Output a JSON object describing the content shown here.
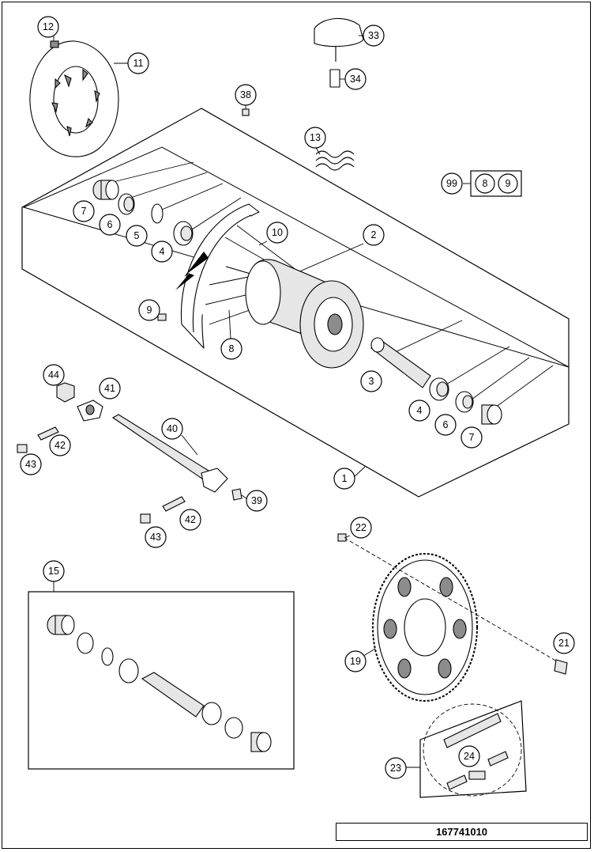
{
  "drawing_number": "167741010",
  "callouts": [
    {
      "id": "c1",
      "label": "1"
    },
    {
      "id": "c2",
      "label": "2"
    },
    {
      "id": "c3",
      "label": "3"
    },
    {
      "id": "c4a",
      "label": "4"
    },
    {
      "id": "c4b",
      "label": "4"
    },
    {
      "id": "c5",
      "label": "5"
    },
    {
      "id": "c6a",
      "label": "6"
    },
    {
      "id": "c6b",
      "label": "6"
    },
    {
      "id": "c7a",
      "label": "7"
    },
    {
      "id": "c7b",
      "label": "7"
    },
    {
      "id": "c8",
      "label": "8"
    },
    {
      "id": "c9",
      "label": "9"
    },
    {
      "id": "c10",
      "label": "10"
    },
    {
      "id": "c11",
      "label": "11"
    },
    {
      "id": "c12",
      "label": "12"
    },
    {
      "id": "c13",
      "label": "13"
    },
    {
      "id": "c15",
      "label": "15"
    },
    {
      "id": "c19",
      "label": "19"
    },
    {
      "id": "c21",
      "label": "21"
    },
    {
      "id": "c22",
      "label": "22"
    },
    {
      "id": "c23",
      "label": "23"
    },
    {
      "id": "c24",
      "label": "24"
    },
    {
      "id": "c33",
      "label": "33"
    },
    {
      "id": "c34",
      "label": "34"
    },
    {
      "id": "c38",
      "label": "38"
    },
    {
      "id": "c39",
      "label": "39"
    },
    {
      "id": "c40",
      "label": "40"
    },
    {
      "id": "c41",
      "label": "41"
    },
    {
      "id": "c42a",
      "label": "42"
    },
    {
      "id": "c42b",
      "label": "42"
    },
    {
      "id": "c43a",
      "label": "43"
    },
    {
      "id": "c43b",
      "label": "43"
    },
    {
      "id": "c44",
      "label": "44"
    },
    {
      "id": "c99",
      "label": "99"
    },
    {
      "id": "c99-8",
      "label": "8"
    },
    {
      "id": "c99-9",
      "label": "9"
    }
  ]
}
